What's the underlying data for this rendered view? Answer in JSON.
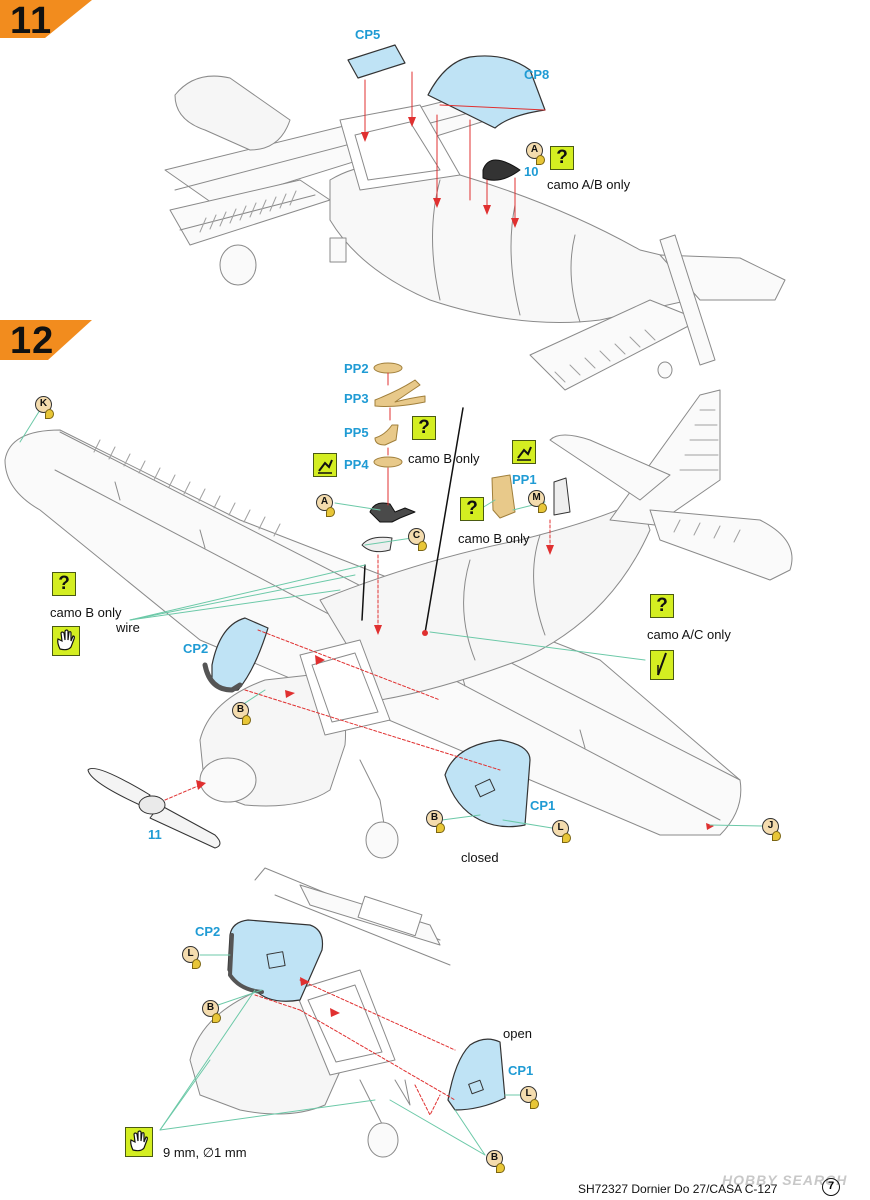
{
  "steps": {
    "s11": "11",
    "s12": "12"
  },
  "parts": {
    "cp5": "CP5",
    "cp8": "CP8",
    "ref10": "10",
    "pp2": "PP2",
    "pp3": "PP3",
    "pp5": "PP5",
    "pp4": "PP4",
    "pp1": "PP1",
    "cp2a": "CP2",
    "cp1a": "CP1",
    "ref11": "11",
    "cp2b": "CP2",
    "cp1b": "CP1"
  },
  "notes": {
    "camo_ab": "camo A/B only",
    "camo_b1": "camo B only",
    "camo_b2": "camo B only",
    "camo_b3": "camo B only",
    "wire": "wire",
    "camo_ac": "camo A/C only",
    "closed": "closed",
    "open": "open",
    "dims": "9 mm, ∅1 mm"
  },
  "paint_refs": {
    "a1": "A",
    "k": "K",
    "a2": "A",
    "c": "C",
    "m": "M",
    "b1": "B",
    "b2": "B",
    "l1": "L",
    "j": "J",
    "l2": "L",
    "b3": "B",
    "l3": "L",
    "b4": "B"
  },
  "symbols": {
    "question": "?"
  },
  "footer": {
    "code": "SH72327  Dornier Do 27/CASA C-127",
    "page": "7"
  },
  "watermark": "HOBBY SEARCH",
  "colors": {
    "accent": "#f28c1e",
    "part_label": "#1f9bd4",
    "symbol_green": "#d4ee21",
    "clear_part": "#bfe3f5",
    "leader_red": "#e03030",
    "leader_green": "#6cc9a8",
    "etch": "#e8c98a"
  }
}
